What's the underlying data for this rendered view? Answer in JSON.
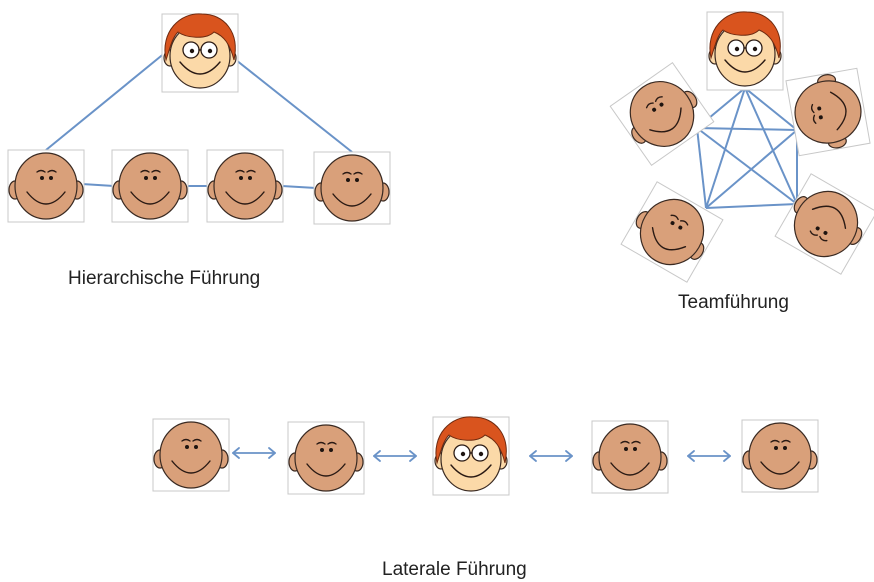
{
  "diagram": {
    "sections": {
      "hierarchical": {
        "label": "Hierarchische Führung",
        "leader_count": 1,
        "member_count": 4,
        "topology": "tree"
      },
      "team": {
        "label": "Teamführung",
        "leader_count": 1,
        "member_count": 4,
        "topology": "fully-connected"
      },
      "lateral": {
        "label": "Laterale Führung",
        "leader_count": 1,
        "member_count": 4,
        "topology": "chain-bidirectional"
      }
    },
    "colors": {
      "connector": "#6a93c8",
      "skin_member": "#d9a07a",
      "skin_leader": "#fbd9a8",
      "hair_leader": "#d9541e"
    },
    "icons": {
      "leader": "leader-face-icon",
      "member": "member-face-icon",
      "arrow": "double-arrow-icon"
    }
  }
}
